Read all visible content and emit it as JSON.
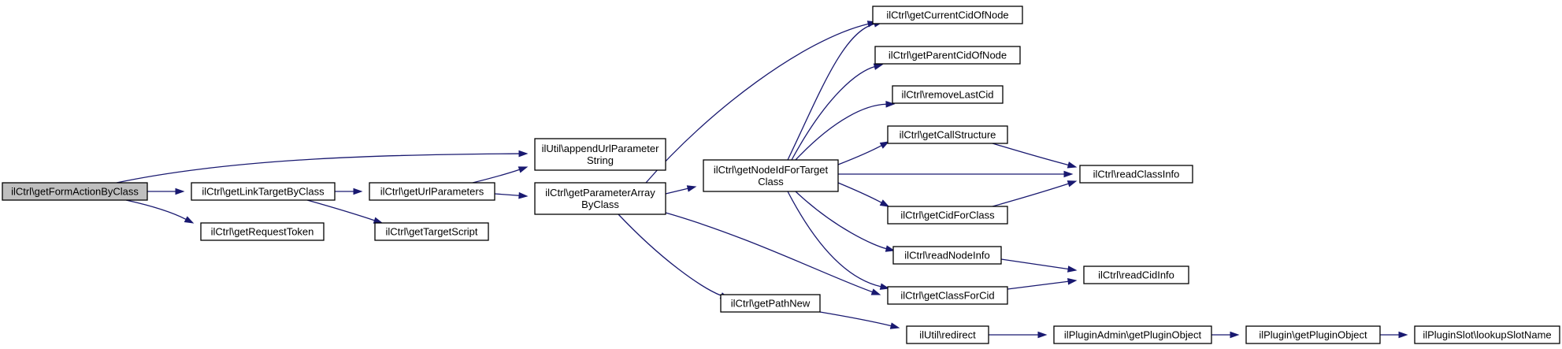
{
  "diagram": {
    "type": "call-graph",
    "colors": {
      "edge": "#191970",
      "node_border": "#000000",
      "node_fill": "#ffffff",
      "root_fill": "#bfbfbf"
    },
    "nodes": [
      {
        "id": "n1",
        "lines": [
          "ilCtrl\\getFormActionByClass"
        ],
        "root": true
      },
      {
        "id": "n2",
        "lines": [
          "ilCtrl\\getLinkTargetByClass"
        ]
      },
      {
        "id": "n3",
        "lines": [
          "ilCtrl\\getRequestToken"
        ]
      },
      {
        "id": "n4",
        "lines": [
          "ilUtil\\appendUrlParameter",
          "String"
        ]
      },
      {
        "id": "n5",
        "lines": [
          "ilCtrl\\getUrlParameters"
        ]
      },
      {
        "id": "n6",
        "lines": [
          "ilCtrl\\getTargetScript"
        ]
      },
      {
        "id": "n7",
        "lines": [
          "ilCtrl\\getParameterArray",
          "ByClass"
        ]
      },
      {
        "id": "n8",
        "lines": [
          "ilCtrl\\getNodeIdForTarget",
          "Class"
        ]
      },
      {
        "id": "n9",
        "lines": [
          "ilCtrl\\getPathNew"
        ]
      },
      {
        "id": "n10",
        "lines": [
          "ilCtrl\\getCurrentCidOfNode"
        ]
      },
      {
        "id": "n11",
        "lines": [
          "ilCtrl\\getParentCidOfNode"
        ]
      },
      {
        "id": "n12",
        "lines": [
          "ilCtrl\\removeLastCid"
        ]
      },
      {
        "id": "n13",
        "lines": [
          "ilCtrl\\getCallStructure"
        ]
      },
      {
        "id": "n14",
        "lines": [
          "ilCtrl\\getCidForClass"
        ]
      },
      {
        "id": "n15",
        "lines": [
          "ilCtrl\\readNodeInfo"
        ]
      },
      {
        "id": "n16",
        "lines": [
          "ilCtrl\\getClassForCid"
        ]
      },
      {
        "id": "n17",
        "lines": [
          "ilUtil\\redirect"
        ]
      },
      {
        "id": "n18",
        "lines": [
          "ilCtrl\\readClassInfo"
        ]
      },
      {
        "id": "n19",
        "lines": [
          "ilCtrl\\readCidInfo"
        ]
      },
      {
        "id": "n20",
        "lines": [
          "ilPluginAdmin\\getPluginObject"
        ]
      },
      {
        "id": "n21",
        "lines": [
          "ilPlugin\\getPluginObject"
        ]
      },
      {
        "id": "n22",
        "lines": [
          "ilPluginSlot\\lookupSlotName"
        ]
      }
    ],
    "edges": [
      {
        "from": "n1",
        "to": "n4"
      },
      {
        "from": "n1",
        "to": "n2"
      },
      {
        "from": "n1",
        "to": "n3"
      },
      {
        "from": "n2",
        "to": "n5"
      },
      {
        "from": "n2",
        "to": "n6"
      },
      {
        "from": "n5",
        "to": "n4"
      },
      {
        "from": "n5",
        "to": "n7"
      },
      {
        "from": "n7",
        "to": "n10"
      },
      {
        "from": "n7",
        "to": "n8"
      },
      {
        "from": "n7",
        "to": "n16"
      },
      {
        "from": "n7",
        "to": "n9"
      },
      {
        "from": "n8",
        "to": "n10"
      },
      {
        "from": "n8",
        "to": "n11"
      },
      {
        "from": "n8",
        "to": "n12"
      },
      {
        "from": "n8",
        "to": "n13"
      },
      {
        "from": "n8",
        "to": "n18"
      },
      {
        "from": "n8",
        "to": "n14"
      },
      {
        "from": "n8",
        "to": "n15"
      },
      {
        "from": "n8",
        "to": "n16"
      },
      {
        "from": "n13",
        "to": "n18"
      },
      {
        "from": "n14",
        "to": "n18"
      },
      {
        "from": "n15",
        "to": "n19"
      },
      {
        "from": "n16",
        "to": "n19"
      },
      {
        "from": "n9",
        "to": "n17"
      },
      {
        "from": "n17",
        "to": "n20"
      },
      {
        "from": "n20",
        "to": "n21"
      },
      {
        "from": "n21",
        "to": "n22"
      }
    ]
  }
}
